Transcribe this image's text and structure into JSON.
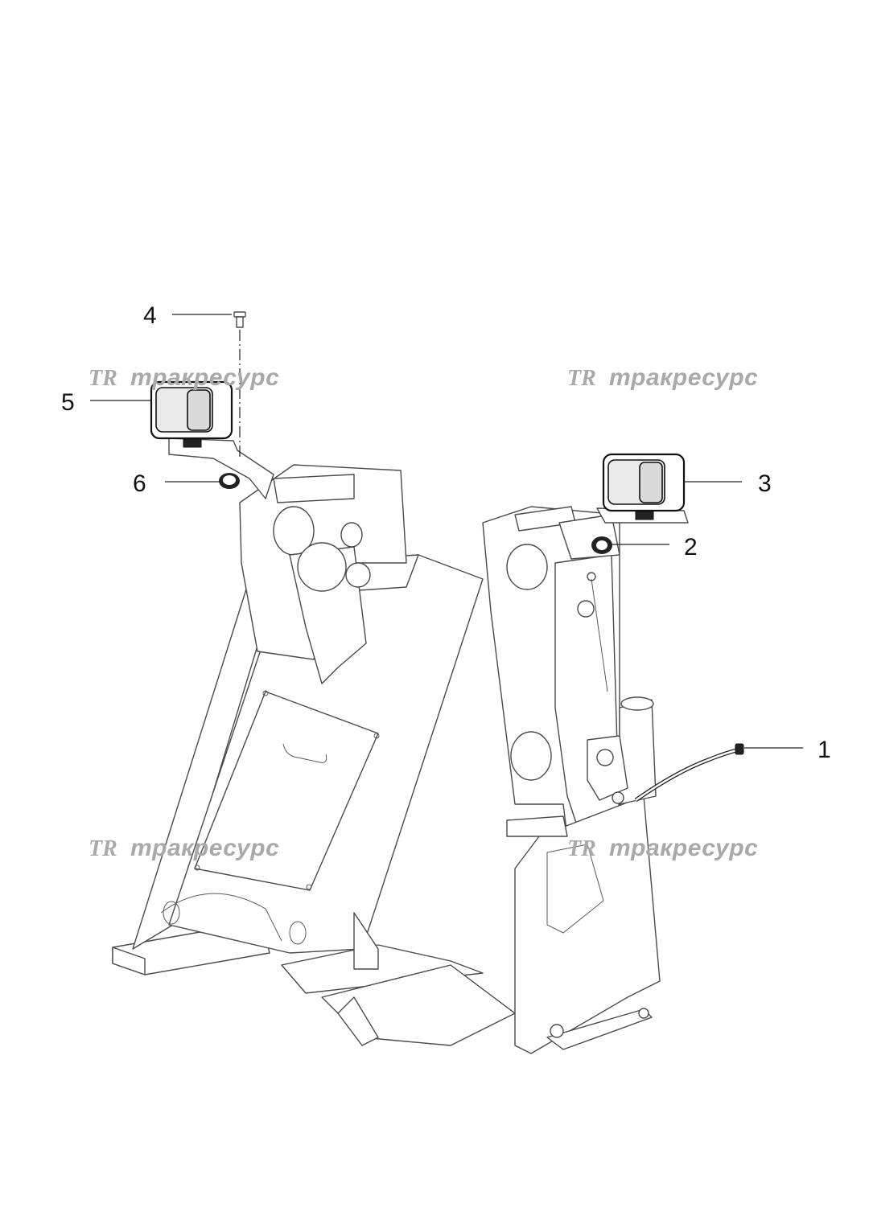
{
  "watermark": {
    "logo": "TR",
    "text": "тракресурс"
  },
  "callouts": [
    {
      "id": "1",
      "label": "1"
    },
    {
      "id": "2",
      "label": "2"
    },
    {
      "id": "3",
      "label": "3"
    },
    {
      "id": "4",
      "label": "4"
    },
    {
      "id": "5",
      "label": "5"
    },
    {
      "id": "6",
      "label": "6"
    }
  ]
}
